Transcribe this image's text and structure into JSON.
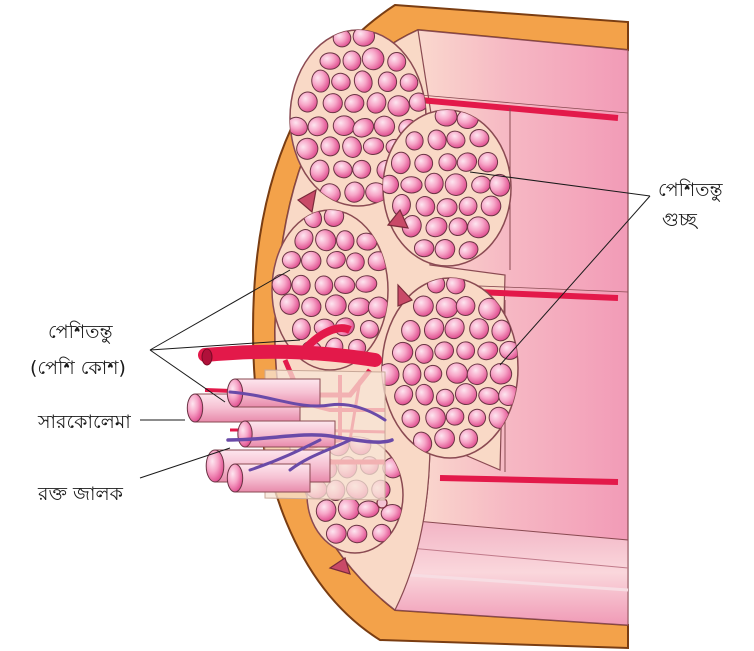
{
  "labels": {
    "fascicle_line1": "পেশিতন্তু",
    "fascicle_line2": "গুচ্ছ",
    "fiber_line1": "পেশিতন্তু",
    "fiber_line2": "(পেশি কোশ)",
    "sarcolemma": "সারকোলেমা",
    "capillary_network": "রক্ত জালক"
  },
  "colors": {
    "epimysium": "#f3a24a",
    "epimysium_edge": "#7a3d12",
    "connective_tissue": "#f9d9c6",
    "muscle_body": "#f4a9bf",
    "fascicle_outline": "#8a4a52",
    "fiber_light": "#fbd3e5",
    "fiber_dark": "#e0468a",
    "blood_vessel": "#e3194a",
    "nerve": "#6a4aa8",
    "leader_line": "#1a1a1a"
  }
}
